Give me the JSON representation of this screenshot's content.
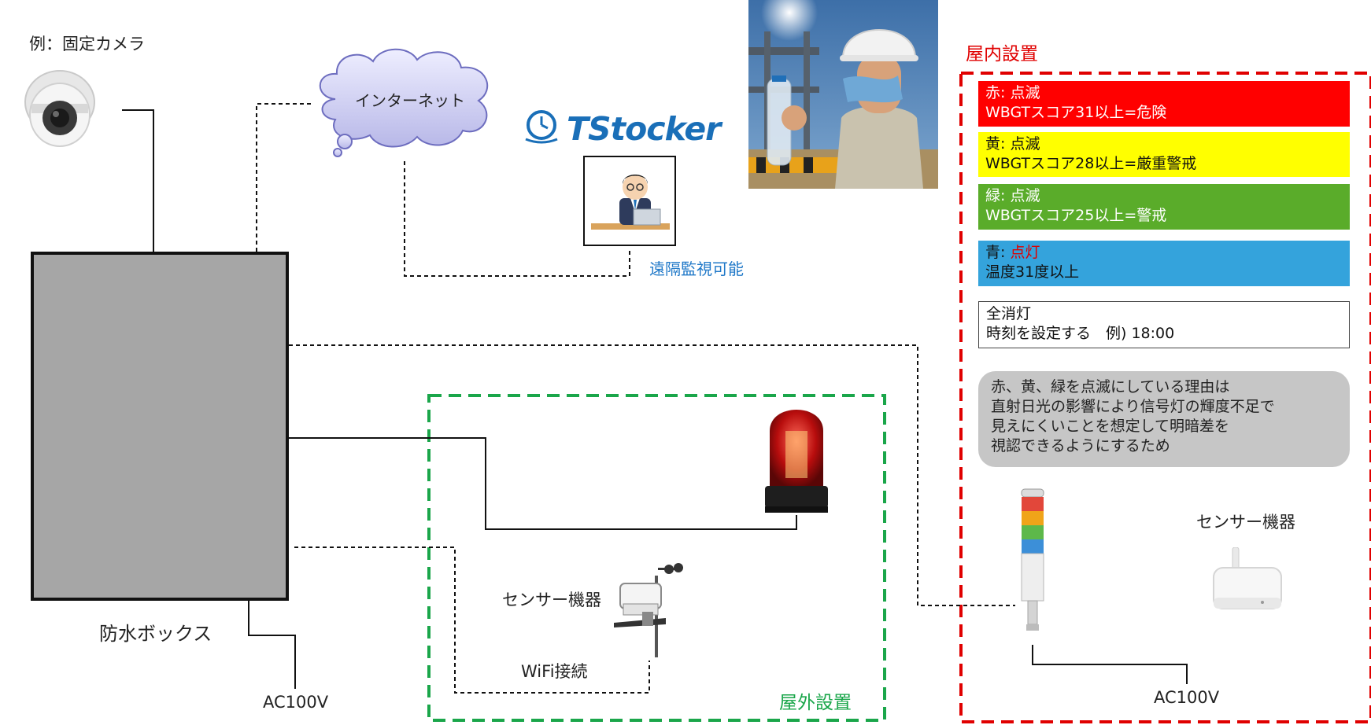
{
  "labels": {
    "camera_example": "例：固定カメラ",
    "internet": "インターネット",
    "brand": "TStocker",
    "remote_monitoring": "遠隔監視可能",
    "waterproof_box": "防水ボックス",
    "ac_left": "AC100V",
    "ac_right": "AC100V",
    "sensor_outdoor": "センサー機器",
    "wifi": "WiFi接続",
    "outdoor": "屋外設置",
    "indoor": "屋内設置",
    "sensor_indoor": "センサー機器"
  },
  "alerts": {
    "red": {
      "color_prefix": "赤",
      "state": "点滅",
      "condition": "WBGTスコア31以上=危険"
    },
    "yellow": {
      "color_prefix": "黄",
      "state": "点滅",
      "condition": "WBGTスコア28以上=厳重警戒"
    },
    "green": {
      "color_prefix": "緑",
      "state": "点滅",
      "condition": "WBGTスコア25以上=警戒"
    },
    "blue": {
      "color_prefix": "青",
      "state": "点灯",
      "condition": "温度31度以上"
    },
    "off": {
      "title": "全消灯",
      "condition": "時刻を設定する　例) 18:00"
    }
  },
  "note": {
    "lines": [
      "赤、黄、緑を点滅にしている理由は",
      "直射日光の影響により信号灯の輝度不足で",
      "見えにくいことを想定して明暗差を",
      "視認できるようにするため"
    ]
  },
  "colors": {
    "indoor_border": "#e00000",
    "outdoor_border": "#1aa64a",
    "indoor_label": "#e00000",
    "outdoor_label": "#1aa64a",
    "remote_label": "#1f78c8",
    "brand": "#1a6fb8",
    "alert_red": "#ff0000",
    "alert_yellow": "#ffff00",
    "alert_green": "#5aac2a",
    "alert_blue": "#34a3dc"
  },
  "icons": [
    "dome-camera-icon",
    "cloud-icon",
    "clock-logo-icon",
    "office-worker-icon",
    "patrol-light-icon",
    "weather-station-icon",
    "signal-tower-icon",
    "wifi-sensor-device-icon"
  ]
}
